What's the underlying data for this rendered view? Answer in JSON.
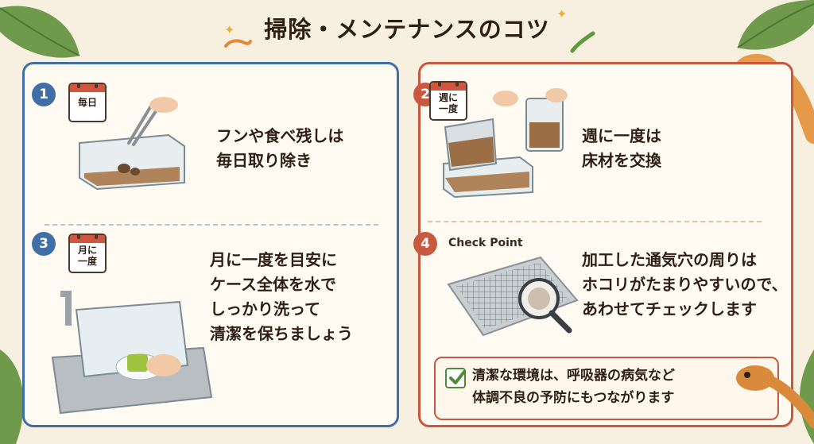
{
  "title": "掃除・メンテナンスのコツ",
  "steps": [
    {
      "number": "1",
      "calendar": "毎日",
      "text": "フンや食べ残しは\n毎日取り除き"
    },
    {
      "number": "2",
      "calendar": "週に\n一度",
      "text": "週に一度は\n床材を交換"
    },
    {
      "number": "3",
      "calendar": "月に\n一度",
      "text": "月に一度を目安に\nケース全体を水で\nしっかり洗って\n清潔を保ちましょう"
    },
    {
      "number": "4",
      "label": "Check Point",
      "text": "加工した通気穴の周りは\nホコリがたまりやすいので、\nあわせてチェックします"
    }
  ],
  "note": {
    "text": "清潔な環境は、呼吸器の病気など\n体調不良の予防にもつながります"
  },
  "colors": {
    "blue": "#3f6fa6",
    "red": "#c8593f",
    "background": "#f7efdf",
    "green": "#4f8a3a"
  }
}
